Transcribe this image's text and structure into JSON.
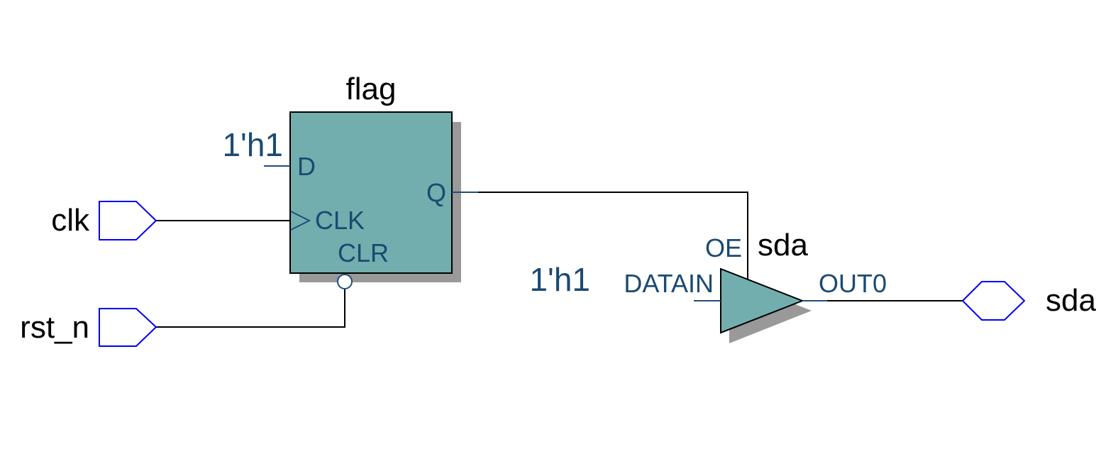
{
  "colors": {
    "cell_fill": "#72aeae",
    "cell_shadow": "#999999",
    "port_outline": "#0000ff",
    "pin_text": "#1a4a72",
    "wire": "#000000"
  },
  "input_ports": [
    {
      "name": "clk",
      "icon": "input-port-arrow-icon"
    },
    {
      "name": "rst_n",
      "icon": "input-port-arrow-icon"
    }
  ],
  "output_ports": [
    {
      "name": "sda",
      "icon": "bidirectional-port-hexagon-icon"
    }
  ],
  "flag_cell": {
    "instance_name": "flag",
    "const_input": "1'h1",
    "pins": {
      "d": "D",
      "clk": "CLK",
      "clr": "CLR",
      "q": "Q"
    }
  },
  "tristate_cell": {
    "instance_name": "sda",
    "const_input": "1'h1",
    "pins": {
      "datain": "DATAIN",
      "oe": "OE",
      "out": "OUT0"
    }
  }
}
